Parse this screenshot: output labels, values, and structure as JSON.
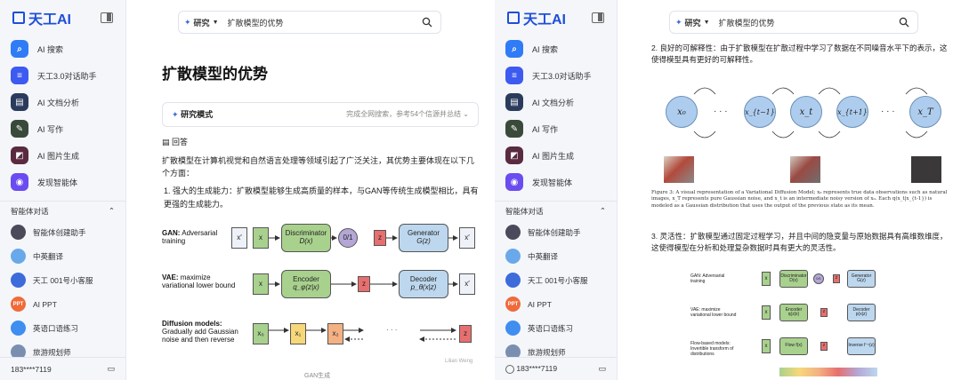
{
  "left": {
    "logo": "天工AI",
    "nav": [
      {
        "label": "AI 搜索",
        "icon": "search-icon",
        "color": "#2f7cf6"
      },
      {
        "label": "天工3.0对话助手",
        "icon": "chat-icon",
        "color": "#3d5af1"
      },
      {
        "label": "AI 文档分析",
        "icon": "document-icon",
        "color": "#2a3b5c"
      },
      {
        "label": "AI 写作",
        "icon": "pen-icon",
        "color": "#3a4a3a"
      },
      {
        "label": "AI 图片生成",
        "icon": "image-icon",
        "color": "#5a2a40"
      },
      {
        "label": "发现智能体",
        "icon": "discover-icon",
        "color": "#6a4cf0"
      }
    ],
    "agents_title": "智能体对话",
    "agents": [
      {
        "label": "智能体创建助手",
        "color": "#4a4a5a"
      },
      {
        "label": "中英翻译",
        "color": "#6aa9e9"
      },
      {
        "label": "天工 001号小客服",
        "color": "#3d6bd9"
      },
      {
        "label": "AI PPT",
        "color": "#f06a3a",
        "text": "PPT"
      },
      {
        "label": "英语口语练习",
        "color": "#3f8ef0"
      },
      {
        "label": "旅游规划师",
        "color": "#7a8fb0"
      }
    ],
    "user": "183****7119",
    "search": {
      "mode": "研究",
      "query": "扩散模型的优势"
    },
    "article": {
      "title": "扩散模型的优势",
      "research_mode": "研究模式",
      "research_meta": "完成全网搜索，参考54个信源并总结",
      "answer_label": "回答",
      "intro": "扩散模型在计算机视觉和自然语言处理等领域引起了广泛关注，其优势主要体现在以下几个方面：",
      "point1": "1. 强大的生成能力：扩散模型能够生成高质量的样本，与GAN等传统生成模型相比，具有更强的生成能力。",
      "gan_title": "GAN:",
      "gan_sub": "Adversarial training",
      "vae_title": "VAE:",
      "vae_sub": "maximize variational lower bound",
      "diff_title": "Diffusion models:",
      "diff_sub": "Gradually add Gaussian noise and then reverse",
      "discriminator": "Discriminator",
      "discriminator_f": "D(x)",
      "generator": "Generator",
      "generator_f": "G(z)",
      "encoder": "Encoder",
      "encoder_f": "q_φ(z|x)",
      "decoder": "Decoder",
      "decoder_f": "p_θ(x|z)",
      "x": "x",
      "xp": "x′",
      "z": "z",
      "zero_one": "0/1",
      "x0": "x₀",
      "x1": "x₁",
      "x2": "x₂",
      "xT": "z",
      "caption": "GAN生成",
      "watermark": "Lilian Weng"
    }
  },
  "right": {
    "logo": "天工AI",
    "nav": [
      {
        "label": "AI 搜索",
        "color": "#2f7cf6"
      },
      {
        "label": "天工3.0对话助手",
        "color": "#3d5af1"
      },
      {
        "label": "AI 文档分析",
        "color": "#2a3b5c"
      },
      {
        "label": "AI 写作",
        "color": "#3a4a3a"
      },
      {
        "label": "AI 图片生成",
        "color": "#5a2a40"
      },
      {
        "label": "发现智能体",
        "color": "#6a4cf0"
      }
    ],
    "agents_title": "智能体对话",
    "agents": [
      {
        "label": "智能体创建助手",
        "color": "#4a4a5a"
      },
      {
        "label": "中英翻译",
        "color": "#6aa9e9"
      },
      {
        "label": "天工 001号小客服",
        "color": "#3d6bd9"
      },
      {
        "label": "AI PPT",
        "color": "#f06a3a",
        "text": "PPT"
      },
      {
        "label": "英语口语练习",
        "color": "#3f8ef0"
      },
      {
        "label": "旅游规划师",
        "color": "#7a8fb0"
      }
    ],
    "user": "183****7119",
    "search": {
      "mode": "研究",
      "query": "扩散模型的优势"
    },
    "point2": "2. 良好的可解释性：由于扩散模型在扩散过程中学习了数据在不同噪音水平下的表示，这使得模型具有更好的可解释性。",
    "fig_caption": "Figure 3: A visual representation of a Variational Diffusion Model; x₀ represents true data observations such as natural images, x_T represents pure Gaussian noise, and x_t is an intermediate noisy version of x₀. Each q(x_t|x_{t-1}) is modeled as a Gaussian distribution that uses the output of the previous state as its mean.",
    "point3": "3. 灵活性：扩散模型通过固定过程学习，并且中间的隐变量与原始数据具有高维数维度，这使得模型在分析和处理复杂数据时具有更大的灵活性。",
    "chain": [
      "x₀",
      "x_{t−1}",
      "x_t",
      "x_{t+1}",
      "x_T"
    ],
    "gan_label": "GAN: Adversarial training",
    "vae_label": "VAE: maximize variational lower bound",
    "flow_label": "Flow-based models: Invertible transform of distributions",
    "discriminator": "Discriminator D(x)",
    "generator": "Generator G(z)",
    "encoder": "Encoder q(z|x)",
    "decoder": "Decoder p(x|z)",
    "flow": "Flow f(x)",
    "inverse": "Inverse f⁻¹(z)"
  }
}
